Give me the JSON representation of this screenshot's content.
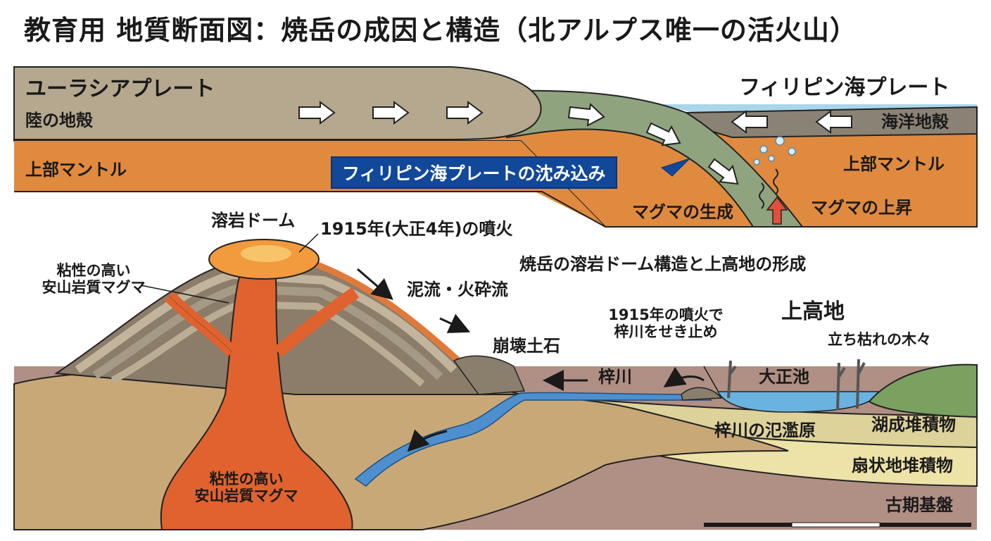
{
  "title": "教育用 地質断面図：焼岳の成因と構造（北アルプス唯一の活火山）",
  "plates": {
    "eurasian": "ユーラシアプレート",
    "continental_crust": "陸の地殻",
    "upper_mantle_left": "上部マントル",
    "philippine": "フィリピン海プレート",
    "oceanic_crust": "海洋地殻",
    "upper_mantle_right": "上部マントル",
    "subduction": "フィリピン海プレートの沈み込み",
    "magma_generation": "マグマの生成",
    "magma_rise": "マグマの上昇"
  },
  "volcano": {
    "lava_dome": "溶岩ドーム",
    "eruption_1915": "1915年(大正4年)の噴火",
    "viscous_magma_upper": [
      "粘性の高い",
      "安山岩質マグマ"
    ],
    "viscous_magma_lower": [
      "粘性の高い",
      "安山岩質マグマ"
    ],
    "mudflow": "泥流・火砕流",
    "debris": "崩壊土石"
  },
  "section_title": "焼岳の溶岩ドーム構造と上高地の形成",
  "kamikochi": {
    "name": "上高地",
    "dam": [
      "1915年の噴火で",
      "梓川をせき止め"
    ],
    "dead_trees": "立ち枯れの木々",
    "river": "梓川",
    "pond": "大正池",
    "floodplain": "梓川の氾濫原",
    "lake_deposits": "湖成堆積物",
    "fan_deposits": "扇状地堆積物",
    "basement": "古期基盤"
  },
  "colors": {
    "crust": "#b5a88f",
    "slab": "#8fa37f",
    "mantle": "#e08a3f",
    "ocean": "#a9d6ea",
    "magma": "#e0622f",
    "lava_glow": "#f29a3e",
    "ground": "#c9a878",
    "basement": "#b08f85",
    "fan": "#ede2a8",
    "lake": "#ddd29a",
    "river": "#4d8fcf",
    "pond": "#6ab3e0",
    "banner": "#12489a",
    "hill": "#7aa160"
  }
}
